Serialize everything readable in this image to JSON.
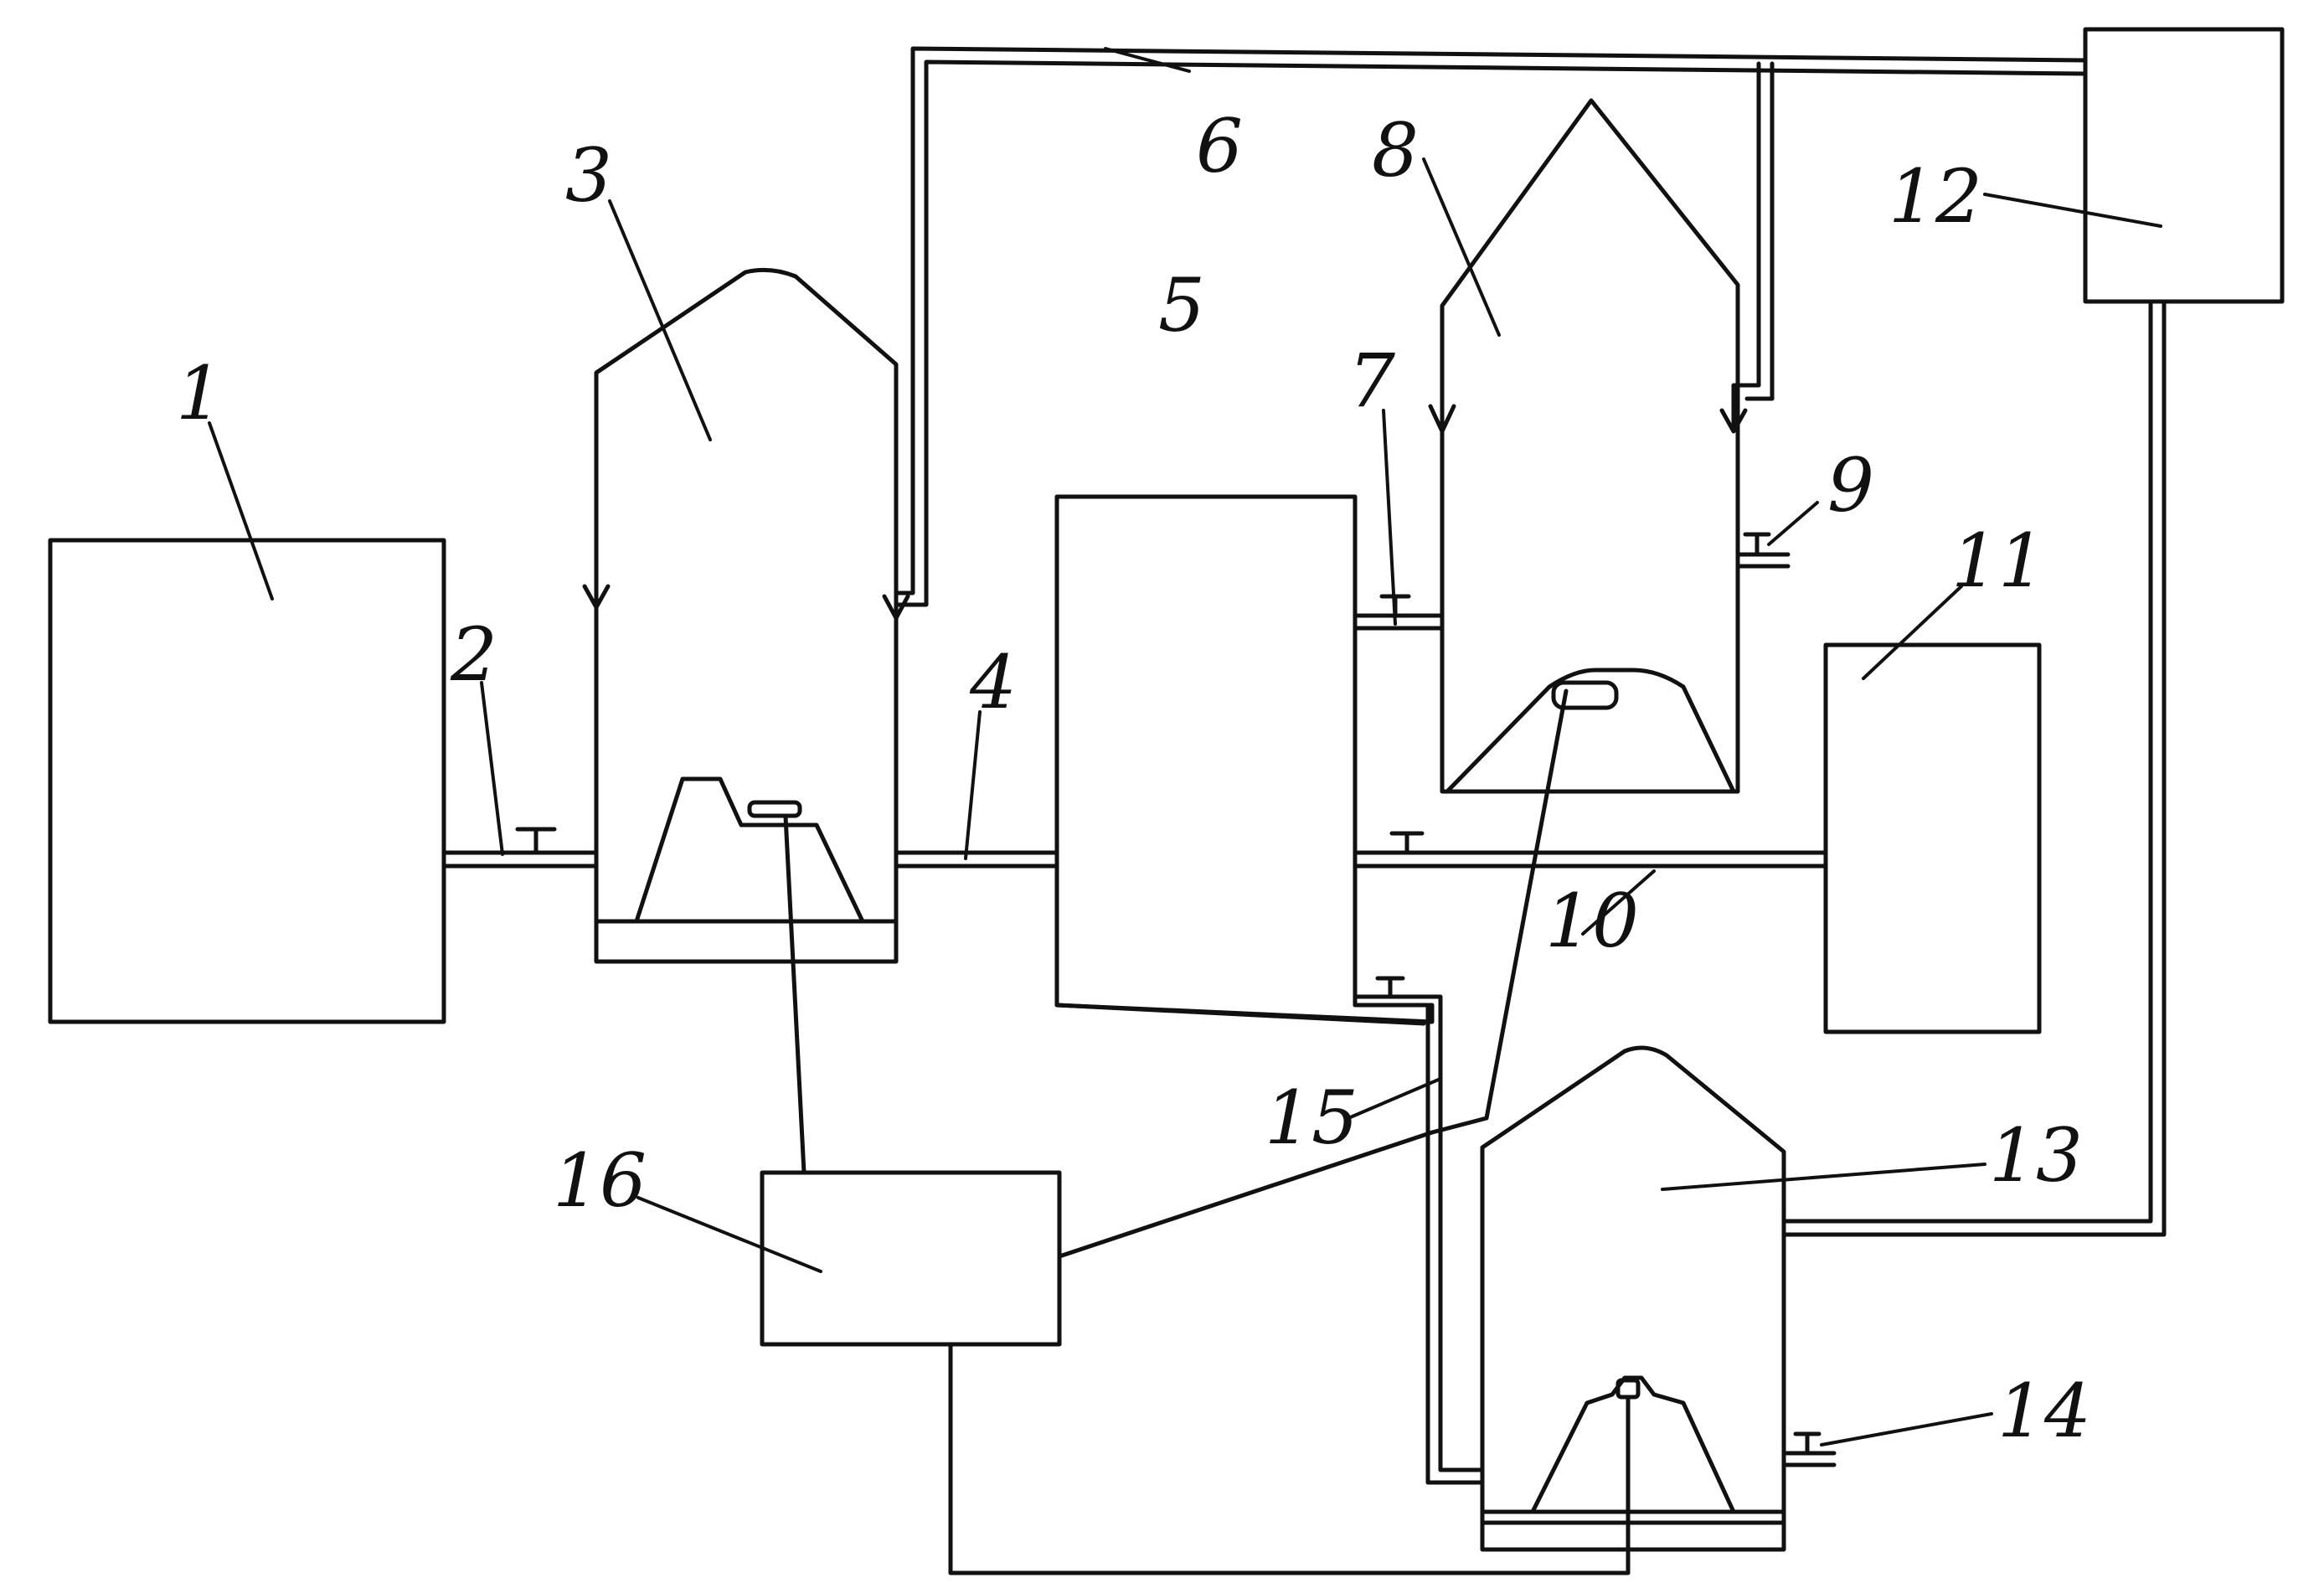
{
  "diagram": {
    "labels": {
      "n1": "1",
      "n2": "2",
      "n3": "3",
      "n4": "4",
      "n5": "5",
      "n6": "6",
      "n7": "7",
      "n8": "8",
      "n9": "9",
      "n10": "10",
      "n11": "11",
      "n12": "12",
      "n13": "13",
      "n14": "14",
      "n15": "15",
      "n16": "16"
    },
    "colors": {
      "ink": "#111111",
      "paper": "#ffffff"
    }
  }
}
